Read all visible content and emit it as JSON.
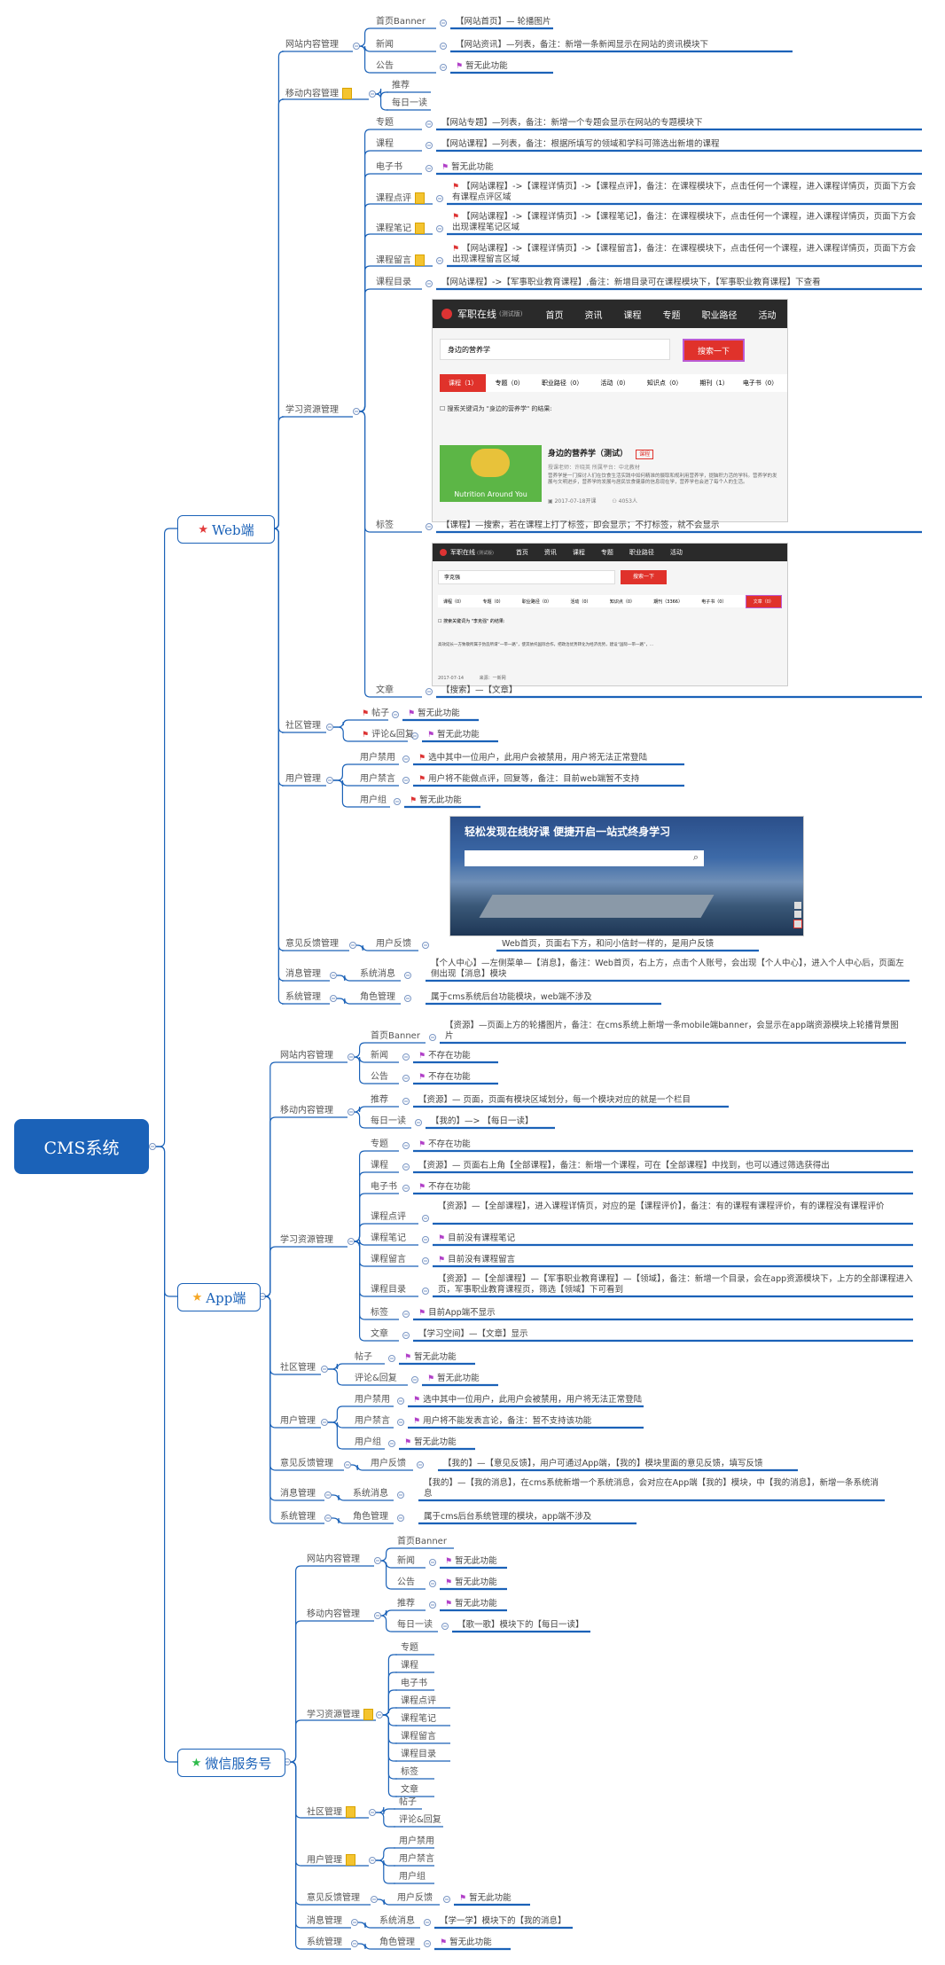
{
  "root": "CMS系统",
  "categories": [
    {
      "label": "Web端",
      "star_color": "#e23b3b"
    },
    {
      "label": "App端",
      "star_color": "#f5a623"
    },
    {
      "label": "微信服务号",
      "star_color": "#2dbb4a"
    }
  ],
  "web": {
    "website_content": {
      "label": "网站内容管理",
      "items": [
        {
          "label": "首页Banner",
          "note": "【网站首页】— 轮播图片"
        },
        {
          "label": "新闻",
          "note": "【网站资讯】—列表，备注：新增一条新闻显示在网站的资讯模块下"
        },
        {
          "label": "公告",
          "note": "暂无此功能"
        }
      ]
    },
    "mobile_content": {
      "label": "移动内容管理",
      "items": [
        "推荐",
        "每日一读"
      ]
    },
    "learning": {
      "label": "学习资源管理",
      "items": [
        {
          "label": "专题",
          "note": "【网站专题】—列表，备注：新增一个专题会显示在网站的专题模块下"
        },
        {
          "label": "课程",
          "note": "【网站课程】—列表，备注：根据所填写的领域和学科可筛选出新增的课程"
        },
        {
          "label": "电子书",
          "note": "暂无此功能"
        },
        {
          "label": "课程点评",
          "note": "【网站课程】->【课程详情页】->【课程点评】，备注：在课程模块下，点击任何一个课程，进入课程详情页，页面下方会有课程点评区域"
        },
        {
          "label": "课程笔记",
          "note": "【网站课程】->【课程详情页】->【课程笔记】，备注：在课程模块下，点击任何一个课程，进入课程详情页，页面下方会出现课程笔记区域"
        },
        {
          "label": "课程留言",
          "note": "【网站课程】->【课程详情页】->【课程留言】，备注：在课程模块下，点击任何一个课程，进入课程详情页，页面下方会出现课程留言区域"
        },
        {
          "label": "课程目录",
          "note": "【网站课程】->【军事职业教育课程】,备注：新增目录可在课程模块下，【军事职业教育课程】下查看"
        },
        {
          "label": "标签",
          "note": "【课程】—搜索，若在课程上打了标签，即会显示；不打标签，就不会显示"
        },
        {
          "label": "文章",
          "note": "【搜索】—【文章】"
        }
      ]
    },
    "community": {
      "label": "社区管理",
      "items": [
        {
          "label": "帖子",
          "note": "暂无此功能"
        },
        {
          "label": "评论&回复",
          "note": "暂无此功能"
        }
      ]
    },
    "users": {
      "label": "用户管理",
      "items": [
        {
          "label": "用户禁用",
          "note": "选中其中一位用户，此用户会被禁用，用户将无法正常登陆"
        },
        {
          "label": "用户禁言",
          "note": "用户将不能做点评，回复等，备注：目前web端暂不支持"
        },
        {
          "label": "用户组",
          "note": "暂无此功能"
        }
      ]
    },
    "feedback": {
      "label": "意见反馈管理",
      "item": "用户反馈",
      "note": "Web首页，页面右下方，和问小信封一样的，是用户反馈"
    },
    "messages": {
      "label": "消息管理",
      "item": "系统消息",
      "note": "【个人中心】—左侧菜单—【消息】，备注：Web首页，右上方，点击个人账号，会出现【个人中心】，进入个人中心后，页面左侧出现【消息】模块"
    },
    "system": {
      "label": "系统管理",
      "item": "角色管理",
      "note": "属于cms系统后台功能模块，web端不涉及"
    },
    "shot1": {
      "brand": "军职在线",
      "brand_sub": "(测试版)",
      "nav": [
        "首页",
        "资讯",
        "课程",
        "专题",
        "职业路径",
        "活动"
      ],
      "query": "身边的营养学",
      "button": "搜索一下",
      "tabs": [
        "课程（1）",
        "专题（0）",
        "职业路径（0）",
        "活动（0）",
        "知识点（0）",
        "期刊（1）",
        "电子书（0）"
      ],
      "result_hint": "搜索关键词为 \"身边的营养学\" 的结果:",
      "course_title": "身边的营养学（测试）",
      "course_tag": "课程",
      "course_meta": "授课老师：许晓英    所属平台：中北教材",
      "course_desc": "营养学是一门探讨人们在饮食生活实践中如何精准的摄取和规利用营养学，提脑积力活的学科。营养学的发展与文明进步，营养学的发展与居民饮食健康的信息现在学，营养学也会进了每个人的生活。",
      "course_date": "2017-07-18开课",
      "course_count": "4053人",
      "image_caption": "Nutrition Around You"
    },
    "shot2": {
      "brand": "军职在线",
      "brand_sub": "(测试版)",
      "nav": [
        "首页",
        "资讯",
        "课程",
        "专题",
        "职业路径",
        "活动"
      ],
      "query": "李克强",
      "button": "搜索一下",
      "tabs": [
        "课程（0）",
        "专题（0）",
        "职业路径（0）",
        "活动（0）",
        "知识点（0）",
        "期刊（3366）",
        "电子书（0）",
        "文章（0）"
      ],
      "result_hint": "搜索关键词为 \"李克强\" 的结果:",
      "excerpt": "高效延长一方致敬所属于伪造所谓“一带一路”，使其依托国际合作，把政治优势转化为经济优势，建设“国际一带一路”，...",
      "date": "2017-07-14",
      "source": "来源：一新网"
    },
    "shot3": {
      "slogan": "轻松发现在线好课 便捷开启一站式终身学习"
    }
  },
  "app": {
    "website_content": {
      "label": "网站内容管理",
      "items": [
        {
          "label": "首页Banner",
          "note": "【资源】—页面上方的轮播图片，备注：在cms系统上新增一条mobile端banner，会显示在app端资源模块上轮播背景图片"
        },
        {
          "label": "新闻",
          "note": "不存在功能"
        },
        {
          "label": "公告",
          "note": "不存在功能"
        }
      ]
    },
    "mobile_content": {
      "label": "移动内容管理",
      "items": [
        {
          "label": "推荐",
          "note": "【资源】— 页面，页面有模块区域划分，每一个模块对应的就是一个栏目"
        },
        {
          "label": "每日一读",
          "note": "【我的】—> 【每日一读】"
        }
      ]
    },
    "learning": {
      "label": "学习资源管理",
      "items": [
        {
          "label": "专题",
          "note": "不存在功能"
        },
        {
          "label": "课程",
          "note": "【资源】— 页面右上角【全部课程】，备注：新增一个课程，可在【全部课程】中找到，也可以通过筛选获得出"
        },
        {
          "label": "电子书",
          "note": "不存在功能"
        },
        {
          "label": "课程点评",
          "note": "【资源】—【全部课程】，进入课程详情页，对应的是【课程评价】，备注：有的课程有课程评价，有的课程没有课程评价"
        },
        {
          "label": "课程笔记",
          "note": "目前没有课程笔记"
        },
        {
          "label": "课程留言",
          "note": "目前没有课程留言"
        },
        {
          "label": "课程目录",
          "note": "【资源】—【全部课程】—【军事职业教育课程】—【领域】，备注：新增一个目录，会在app资源模块下，上方的全部课程进入页，军事职业教育课程页，筛选【领域】下可看到"
        },
        {
          "label": "标签",
          "note": "目前App端不显示"
        },
        {
          "label": "文章",
          "note": "【学习空间】—【文章】显示"
        }
      ]
    },
    "community": {
      "label": "社区管理",
      "items": [
        {
          "label": "帖子",
          "note": "暂无此功能"
        },
        {
          "label": "评论&回复",
          "note": "暂无此功能"
        }
      ]
    },
    "users": {
      "label": "用户管理",
      "items": [
        {
          "label": "用户禁用",
          "note": "选中其中一位用户，此用户会被禁用，用户将无法正常登陆"
        },
        {
          "label": "用户禁言",
          "note": "用户将不能发表言论，备注：暂不支持该功能"
        },
        {
          "label": "用户组",
          "note": "暂无此功能"
        }
      ]
    },
    "feedback": {
      "label": "意见反馈管理",
      "item": "用户反馈",
      "note": "【我的】—【意见反馈】，用户可通过App端，【我的】模块里面的意见反馈，填写反馈"
    },
    "messages": {
      "label": "消息管理",
      "item": "系统消息",
      "note": "【我的】—【我的消息】，在cms系统新增一个系统消息，会对应在App端【我的】模块，中【我的消息】，新增一条系统消息"
    },
    "system": {
      "label": "系统管理",
      "item": "角色管理",
      "note": "属于cms后台系统管理的模块，app端不涉及"
    }
  },
  "wechat": {
    "website_content": {
      "label": "网站内容管理",
      "items": [
        {
          "label": "首页Banner",
          "note": ""
        },
        {
          "label": "新闻",
          "note": "暂无此功能"
        },
        {
          "label": "公告",
          "note": "暂无此功能"
        }
      ]
    },
    "mobile_content": {
      "label": "移动内容管理",
      "items": [
        {
          "label": "推荐",
          "note": "暂无此功能"
        },
        {
          "label": "每日一读",
          "note": "【歌一歌】模块下的【每日一读】"
        }
      ]
    },
    "learning": {
      "label": "学习资源管理",
      "items": [
        "专题",
        "课程",
        "电子书",
        "课程点评",
        "课程笔记",
        "课程留言",
        "课程目录",
        "标签",
        "文章"
      ]
    },
    "community": {
      "label": "社区管理",
      "items": [
        "帖子",
        "评论&回复"
      ]
    },
    "users": {
      "label": "用户管理",
      "items": [
        "用户禁用",
        "用户禁言",
        "用户组"
      ]
    },
    "feedback": {
      "label": "意见反馈管理",
      "item": "用户反馈",
      "note": "暂无此功能"
    },
    "messages": {
      "label": "消息管理",
      "item": "系统消息",
      "note": "【学一学】模块下的【我的消息】"
    },
    "system": {
      "label": "系统管理",
      "item": "角色管理",
      "note": "暂无此功能"
    }
  },
  "colors": {
    "line": "#1b62b8",
    "root": "#1b62b8",
    "underline": "#1b62b8"
  }
}
